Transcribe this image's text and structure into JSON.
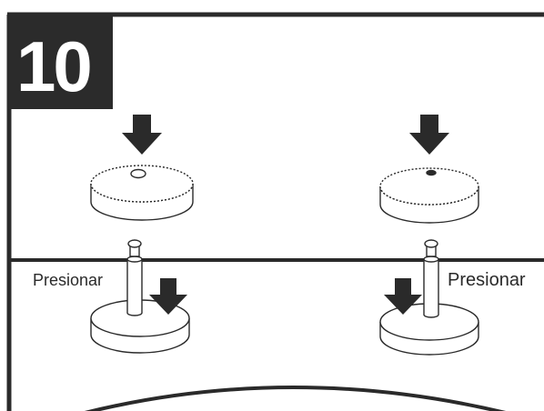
{
  "step": {
    "number": "10"
  },
  "panels": {
    "bottom": {
      "left_label": "Presionar",
      "right_label": "Presionar"
    }
  },
  "colors": {
    "ink": "#2a2a2a",
    "badge": "#2b2b2b",
    "paper": "#ffffff"
  }
}
